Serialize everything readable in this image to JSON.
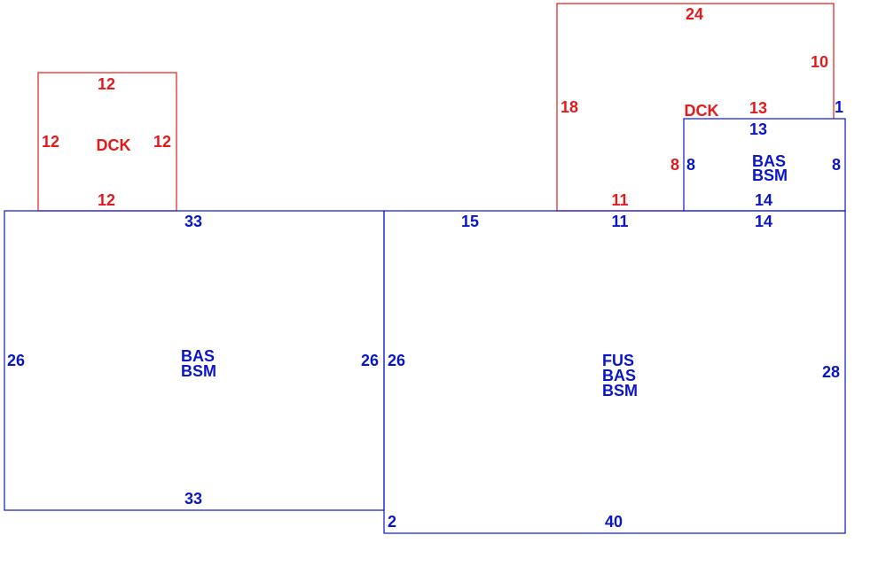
{
  "colors": {
    "deck": "#e31a1c",
    "base": "#0a16c8",
    "background": "#ffffff"
  },
  "deck_left": {
    "code": "DCK",
    "dims": {
      "top": "12",
      "left": "12",
      "right": "12",
      "bottom": "12"
    }
  },
  "deck_top": {
    "code": "DCK",
    "dims": {
      "top": "24",
      "right_upper": "10",
      "left": "18",
      "inner_left": "8",
      "bottom": "11",
      "step_top": "13"
    }
  },
  "bas_small": {
    "codes": [
      "BAS",
      "BSM"
    ],
    "dims": {
      "top": "13",
      "left": "8",
      "right": "8",
      "bottom": "14",
      "right_step": "1"
    }
  },
  "bas_left": {
    "codes": [
      "BAS",
      "BSM"
    ],
    "dims": {
      "top": "33",
      "left": "26",
      "right": "26",
      "bottom": "33"
    }
  },
  "main": {
    "codes": [
      "FUS",
      "BAS",
      "BSM"
    ],
    "dims": {
      "top_a": "15",
      "top_b": "11",
      "top_c": "14",
      "left": "26",
      "right": "28",
      "bottom": "40",
      "left_step": "2"
    }
  }
}
